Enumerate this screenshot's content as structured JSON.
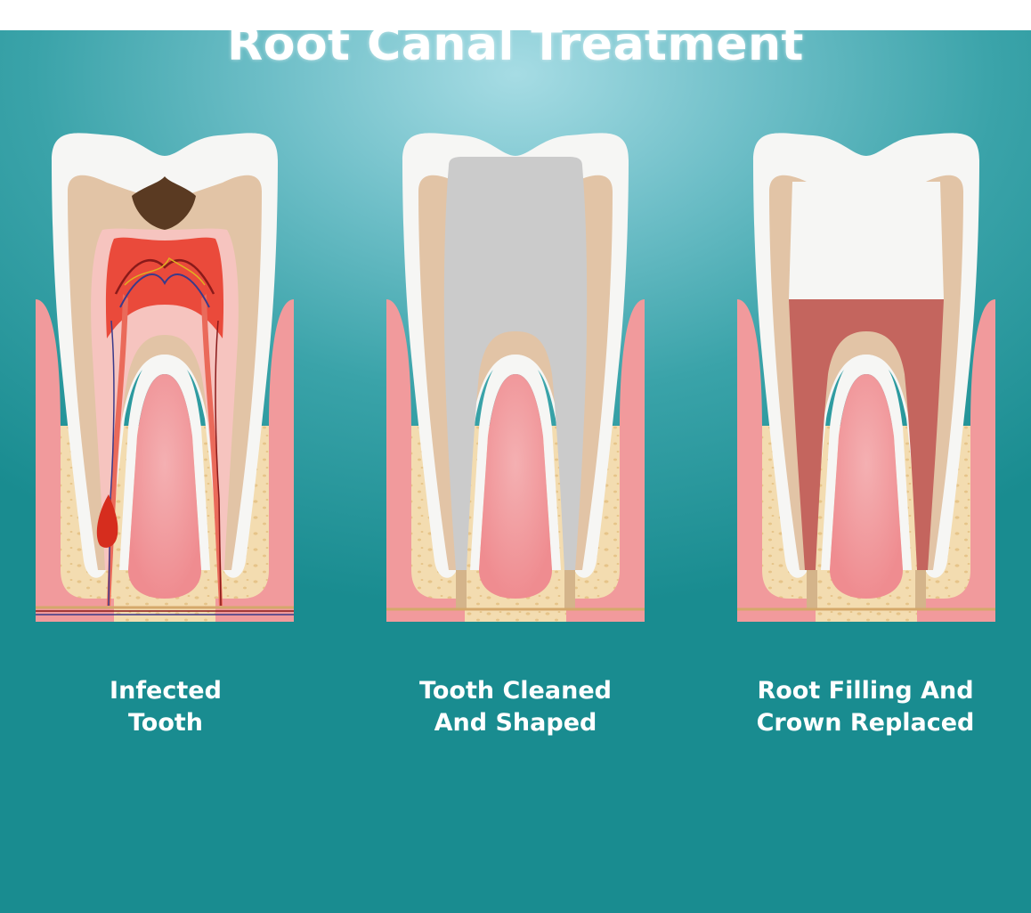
{
  "title": "Root Canal Treatment",
  "steps": [
    {
      "line1": "Infected",
      "line2": "Tooth"
    },
    {
      "line1": "Tooth Cleaned",
      "line2": "And Shaped"
    },
    {
      "line1": "Root Filling And",
      "line2": "Crown Replaced"
    }
  ],
  "colors": {
    "background": "#3aa3a9",
    "enamel": "#f6f6f4",
    "dentin": "#e2c4a6",
    "gum": "#f19a9c",
    "bone": "#f3dcb0",
    "pulp_infected": "#e8483a",
    "cleaned_canal": "#cbcbcb",
    "root_filling": "#c4655e",
    "decay": "#5a3a22"
  }
}
